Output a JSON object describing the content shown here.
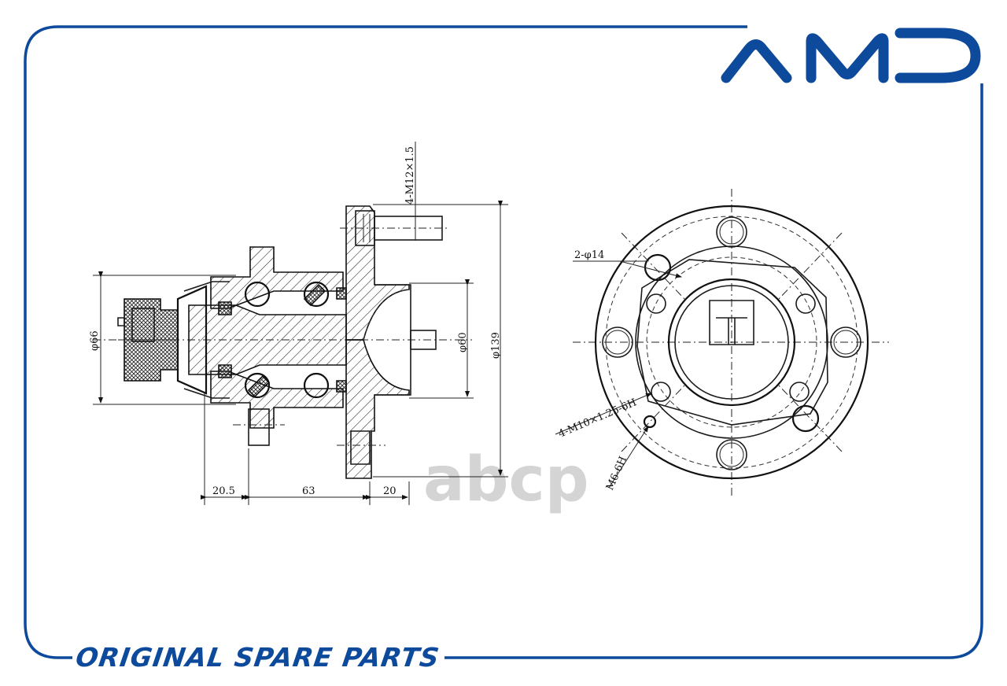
{
  "brand": {
    "logo_text": "AMD",
    "slogan": "ORIGINAL SPARE PARTS",
    "color": "#0d4a9c"
  },
  "watermark": {
    "text": "abcp",
    "color": "#d4d4d4"
  },
  "drawing": {
    "side_view": {
      "stud_thread": "4-M12×1.5",
      "dia_seal": "φ66",
      "dia_pilot": "φ60",
      "dia_flange": "φ139",
      "len_left": "20.5",
      "len_mid": "63",
      "len_right": "20"
    },
    "front_view": {
      "mount_holes": "2-φ14",
      "bolt_thread": "4-M10×1.25-6H",
      "small_thread": "M6-6H"
    }
  }
}
